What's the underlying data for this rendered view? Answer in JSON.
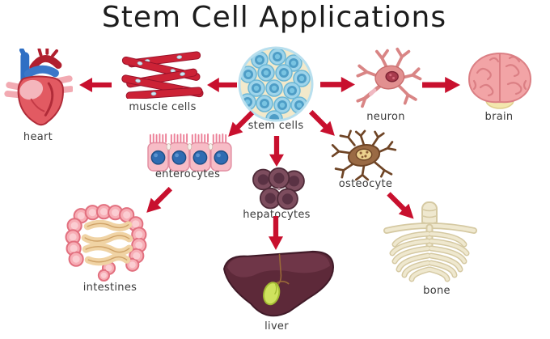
{
  "title": "Stem Cell Applications",
  "labels": {
    "title": "Stem Cell Applications",
    "stem_cells": "stem cells",
    "heart": "heart",
    "muscle_cells": "muscle cells",
    "neuron": "neuron",
    "brain": "brain",
    "enterocytes": "enterocytes",
    "osteocyte": "osteocyte",
    "hepatocytes": "hepatocytes",
    "intestines": "intestines",
    "liver": "liver",
    "bone": "bone"
  },
  "diagram": {
    "center_node": "stem cells",
    "edges": [
      {
        "from": "stem cells",
        "to": "muscle cells",
        "direction": "left"
      },
      {
        "from": "muscle cells",
        "to": "heart",
        "direction": "left"
      },
      {
        "from": "stem cells",
        "to": "neuron",
        "direction": "right"
      },
      {
        "from": "neuron",
        "to": "brain",
        "direction": "right"
      },
      {
        "from": "stem cells",
        "to": "enterocytes",
        "direction": "down-left"
      },
      {
        "from": "enterocytes",
        "to": "intestines",
        "direction": "down-left"
      },
      {
        "from": "stem cells",
        "to": "hepatocytes",
        "direction": "down"
      },
      {
        "from": "hepatocytes",
        "to": "liver",
        "direction": "down"
      },
      {
        "from": "stem cells",
        "to": "osteocyte",
        "direction": "down-right"
      },
      {
        "from": "osteocyte",
        "to": "bone",
        "direction": "down-right"
      }
    ]
  },
  "colors": {
    "background": "#ffffff",
    "arrow": "#c8102e",
    "title_text": "#1d1d1d",
    "label_text": "#3a3a3a",
    "stem_cell_bg": "#f2e9cb",
    "stem_cell_blue": "#9ed4ea"
  }
}
